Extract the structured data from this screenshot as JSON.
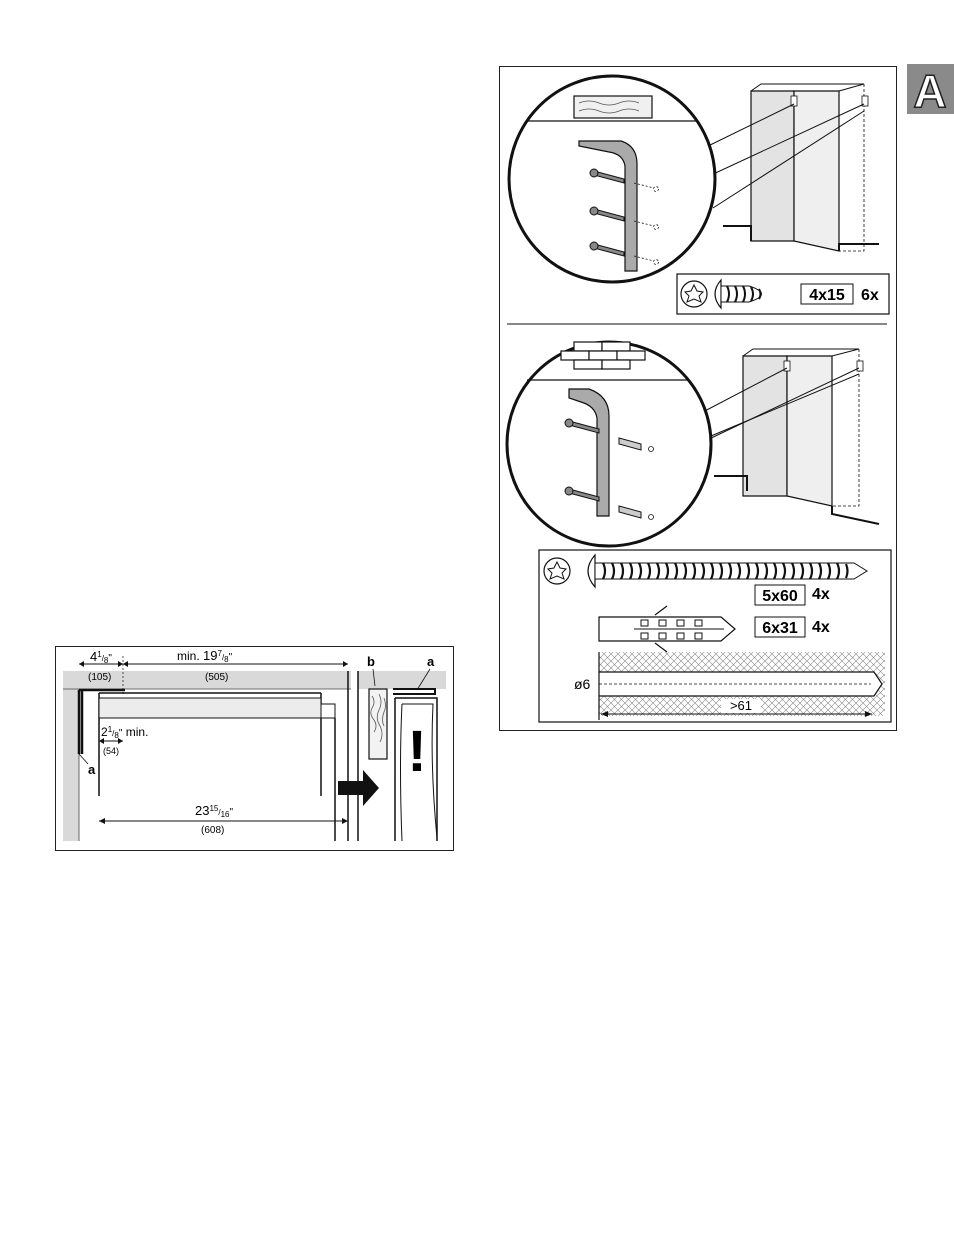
{
  "section_tab": {
    "letter": "A"
  },
  "dimensions_figure": {
    "top_left_dim": {
      "inch_whole": "4",
      "inch_frac_num": "1",
      "inch_frac_den": "8",
      "inch_mark": "\"",
      "mm": "(105)"
    },
    "top_right_dim": {
      "prefix": "min.",
      "inch_whole": "19",
      "inch_frac_num": "7",
      "inch_frac_den": "8",
      "inch_mark": "\"",
      "mm": "(505)"
    },
    "gap_dim": {
      "inch_whole": "2",
      "inch_frac_num": "1",
      "inch_frac_den": "8",
      "inch_mark": "\"",
      "suffix": "min.",
      "mm": "(54)"
    },
    "bottom_dim": {
      "inch_whole": "23",
      "inch_frac_num": "15",
      "inch_frac_den": "16",
      "inch_mark": "\"",
      "mm": "(608)"
    },
    "label_a_left": "a",
    "label_b": "b",
    "label_a_right": "a",
    "warning_mark": "!"
  },
  "mounting_figure": {
    "wood_wall": {
      "screw_size": "4x15",
      "screw_qty": "6x"
    },
    "masonry_wall": {
      "screw_size": "5x60",
      "screw_qty": "4x",
      "anchor_size": "6x31",
      "anchor_qty": "4x",
      "drill_diameter": "ø6",
      "drill_depth": ">61"
    }
  }
}
